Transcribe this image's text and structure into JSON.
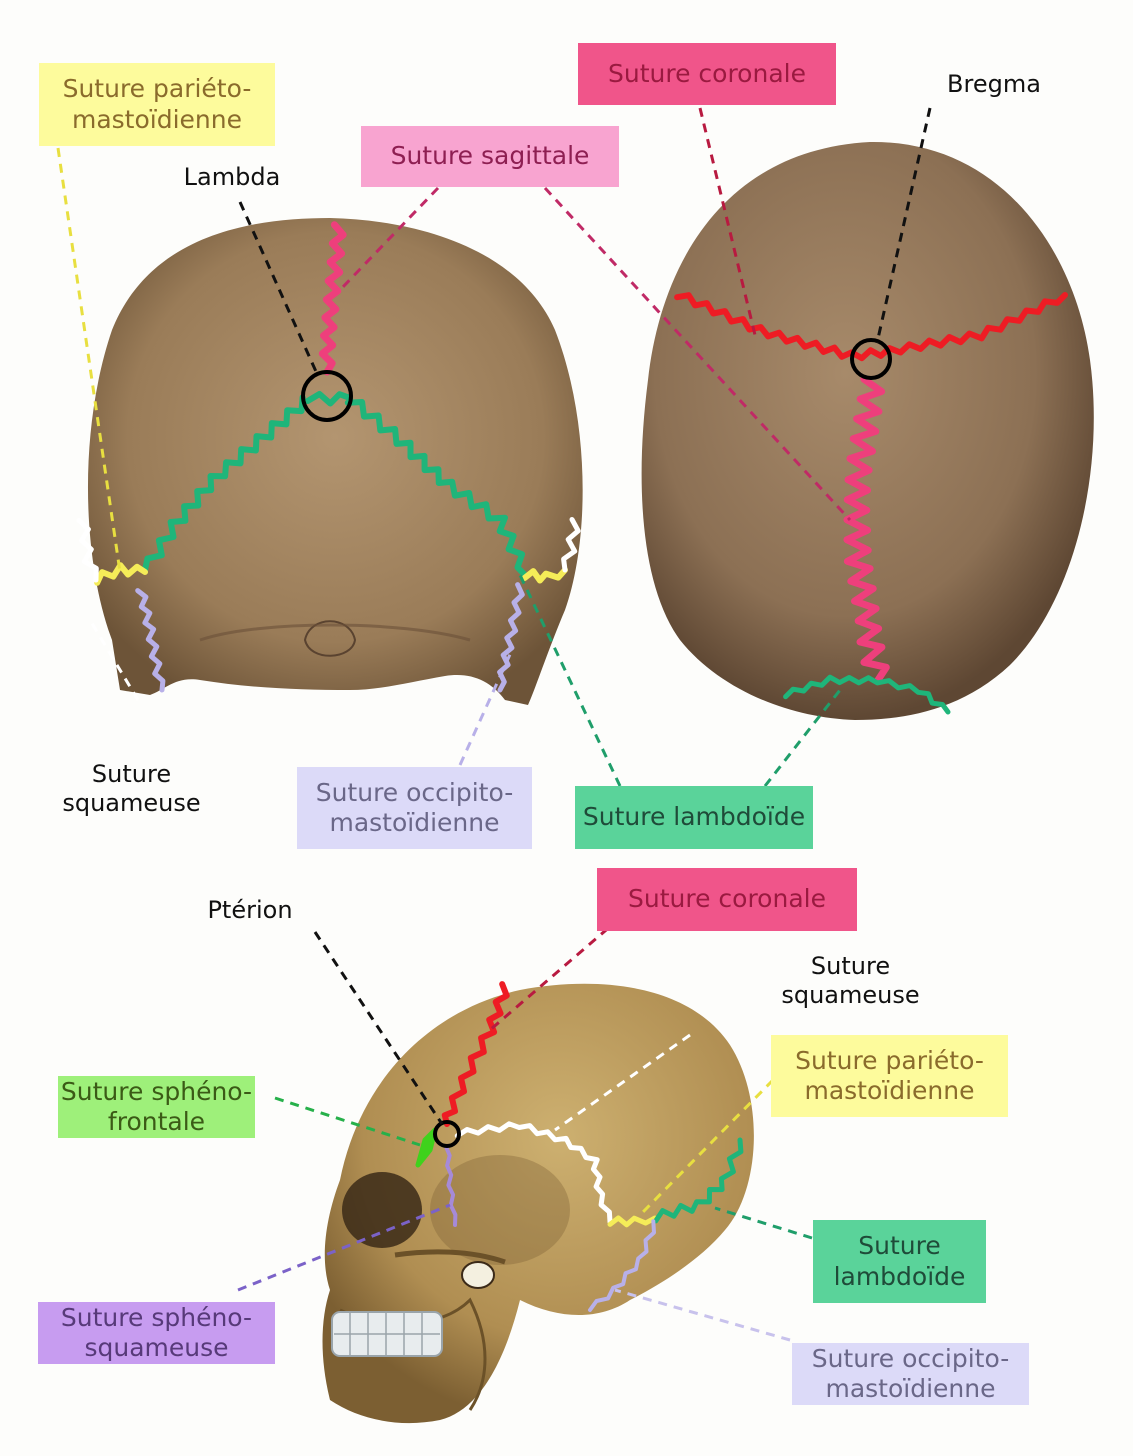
{
  "labels": {
    "parieto_top": "Suture pariéto-\nmastoïdienne",
    "coronale_top": "Suture coronale",
    "bregma": "Bregma",
    "sagittale": "Suture sagittale",
    "lambda": "Lambda",
    "squameuse_top": "Suture\nsquameuse",
    "occipito_top": "Suture occipito-\nmastoïdienne",
    "lambdoide_top": "Suture lambdoïde",
    "pterion": "Ptérion",
    "coronale_bottom": "Suture coronale",
    "squameuse_bottom": "Suture\nsquameuse",
    "spheno_frontale": "Suture sphéno-\nfrontale",
    "parieto_bottom": "Suture pariéto-\nmastoïdienne",
    "lambdoide_bottom": "Suture\nlambdoïde",
    "spheno_squameuse": "Suture sphéno-\nsquameuse",
    "occipito_bottom": "Suture occipito-\nmastoïdienne"
  },
  "colors": {
    "coronal": "#ee1c24",
    "sagittal": "#ee3f7c",
    "lambdoid": "#1fb57a",
    "parieto_mastoid": "#f5ec58",
    "occipito_mastoid": "#b8b0e8",
    "squamous": "#ffffff",
    "spheno_frontal": "#3fd21c",
    "spheno_squamous": "#a68ad8",
    "box_yellow": "#fdfb9c",
    "box_pink": "#f0558a",
    "box_light_pink": "#f8a4d0",
    "box_lavender": "#dcdaf8",
    "box_green": "#5ad39a",
    "box_light_green": "#9ef07a",
    "box_purple": "#c79cf0",
    "bone_back": "#a3855f",
    "bone_top": "#93765a",
    "bone_lateral": "#bc9a5c"
  }
}
